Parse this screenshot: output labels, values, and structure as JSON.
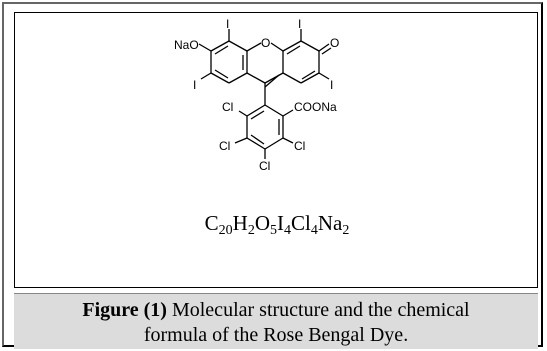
{
  "structure": {
    "atoms": {
      "nao": "NaO",
      "o_ring": "O",
      "o_ketone": "O",
      "i_top_left": "I",
      "i_top_right": "I",
      "i_left": "I",
      "i_right": "I",
      "cl_upper_left": "Cl",
      "cl_left": "Cl",
      "cl_bottom": "Cl",
      "cl_right": "Cl",
      "coona": "COONa"
    }
  },
  "formula": {
    "parts": [
      {
        "el": "C",
        "n": "20"
      },
      {
        "el": "H",
        "n": "2"
      },
      {
        "el": "O",
        "n": "5"
      },
      {
        "el": "I",
        "n": "4"
      },
      {
        "el": "Cl",
        "n": "4"
      },
      {
        "el": "Na",
        "n": "2"
      }
    ]
  },
  "caption": {
    "label": "Figure (1)",
    "text_line1": " Molecular structure and the chemical",
    "text_line2": "formula of the Rose Bengal Dye."
  }
}
